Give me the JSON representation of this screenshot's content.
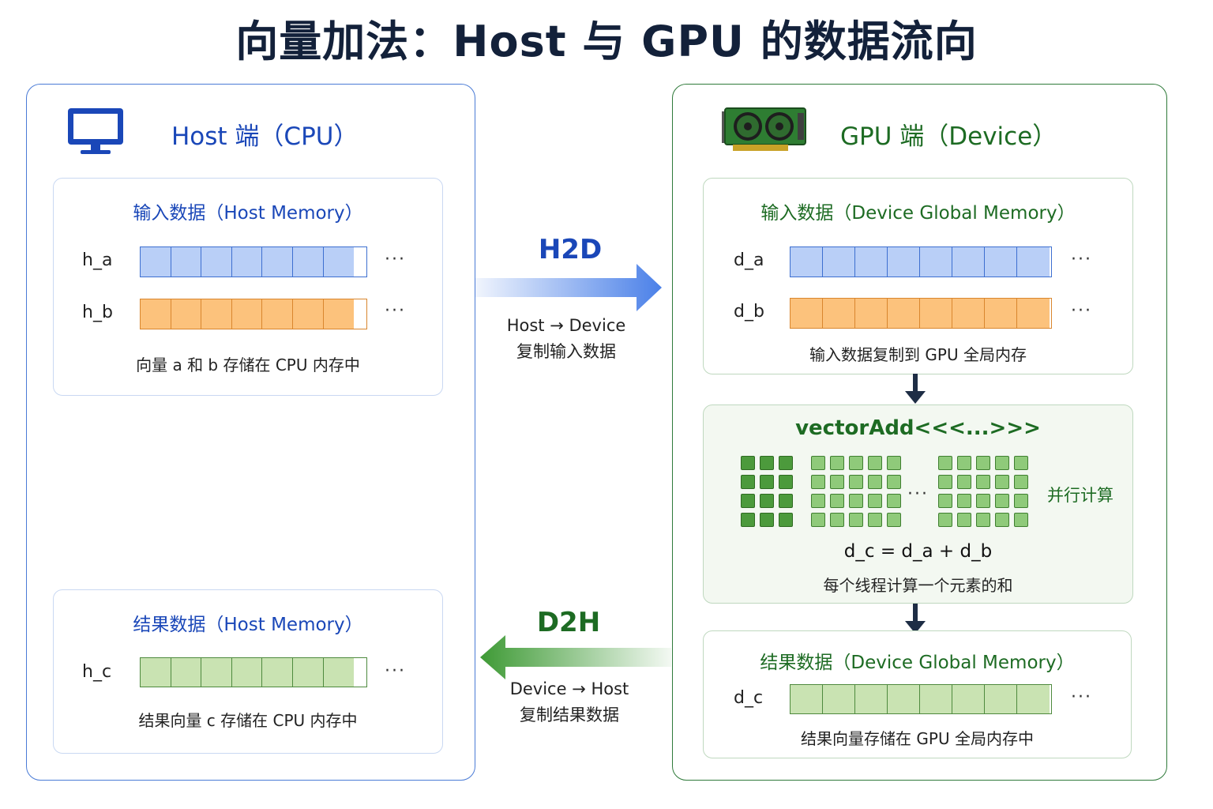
{
  "title": "向量加法：Host 与 GPU 的数据流向",
  "colors": {
    "host_accent": "#1a47b8",
    "gpu_accent": "#1d6b23",
    "input_a": "#b9cff7",
    "input_b": "#fcc27c",
    "result": "#c9e3b2",
    "h2d_arrow": "#4a80e8",
    "d2h_arrow": "#3e9a35"
  },
  "host": {
    "icon": "monitor-icon",
    "title": "Host 端（CPU）",
    "input": {
      "title": "输入数据（Host Memory）",
      "a_label": "h_a",
      "b_label": "h_b",
      "dots": "···",
      "caption": "向量 a 和 b 存储在 CPU 内存中"
    },
    "result": {
      "title": "结果数据（Host Memory）",
      "c_label": "h_c",
      "dots": "···",
      "caption": "结果向量 c 存储在 CPU 内存中"
    }
  },
  "gpu": {
    "icon": "gpu-card-icon",
    "title": "GPU 端（Device）",
    "input": {
      "title": "输入数据（Device Global Memory）",
      "a_label": "d_a",
      "b_label": "d_b",
      "dots": "···",
      "caption": "输入数据复制到 GPU 全局内存"
    },
    "kernel": {
      "title": "vectorAdd<<<...>>>",
      "dots": "···",
      "parallel_label": "并行计算",
      "formula": "d_c = d_a + d_b",
      "caption": "每个线程计算一个元素的和"
    },
    "result": {
      "title": "结果数据（Device Global Memory）",
      "c_label": "d_c",
      "dots": "···",
      "caption": "结果向量存储在 GPU 全局内存中"
    }
  },
  "h2d": {
    "label": "H2D",
    "line1": "Host → Device",
    "line2": "复制输入数据"
  },
  "d2h": {
    "label": "D2H",
    "line1": "Device → Host",
    "line2": "复制结果数据"
  }
}
